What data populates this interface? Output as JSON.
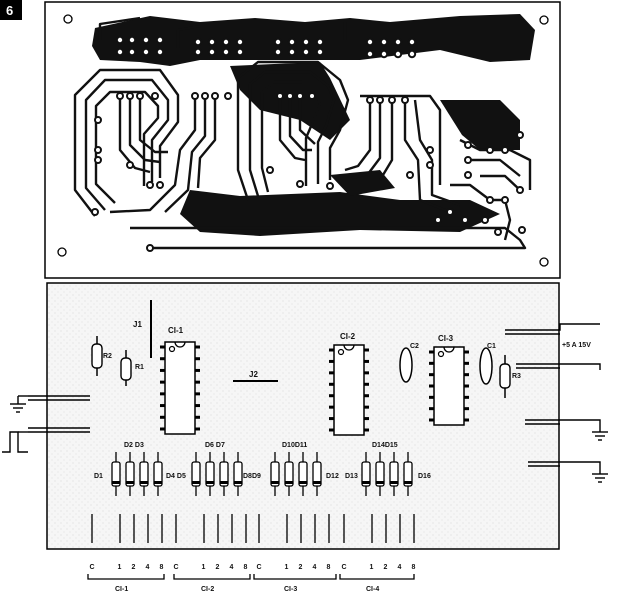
{
  "figure_number": "6",
  "pcb": {
    "mounting_holes": 4
  },
  "components": {
    "ics": [
      {
        "id": "ic1",
        "label": "CI-1",
        "pins_per_side": 8
      },
      {
        "id": "ic2",
        "label": "CI-2",
        "pins_per_side": 8
      },
      {
        "id": "ic3",
        "label": "CI-3",
        "pins_per_side": 7
      }
    ],
    "resistors": [
      {
        "id": "r1",
        "label": "R1"
      },
      {
        "id": "r2",
        "label": "R2"
      },
      {
        "id": "r3",
        "label": "R3"
      }
    ],
    "capacitors": [
      {
        "id": "c1",
        "label": "C1"
      },
      {
        "id": "c2",
        "label": "C2"
      }
    ],
    "jumpers": [
      {
        "id": "j1",
        "label": "J1"
      },
      {
        "id": "j2",
        "label": "J2"
      }
    ],
    "diode_labels": {
      "d1": "D1",
      "d2d3": "D2 D3",
      "d4d5": "D4 D5",
      "d6d7": "D6 D7",
      "d8d9": "D8D9",
      "d10d11": "D10D11",
      "d12": "D12",
      "d13": "D13",
      "d14d15": "D14D15",
      "d16": "D16"
    }
  },
  "power_label": "+5 A 15V",
  "connector_groups": [
    {
      "label": "CI-1",
      "pins": [
        "C",
        "1",
        "2",
        "4",
        "8"
      ]
    },
    {
      "label": "CI-2",
      "pins": [
        "C",
        "1",
        "2",
        "4",
        "8"
      ]
    },
    {
      "label": "CI-3",
      "pins": [
        "C",
        "1",
        "2",
        "4",
        "8"
      ]
    },
    {
      "label": "CI-4",
      "pins": [
        "C",
        "1",
        "2",
        "4",
        "8"
      ]
    }
  ]
}
